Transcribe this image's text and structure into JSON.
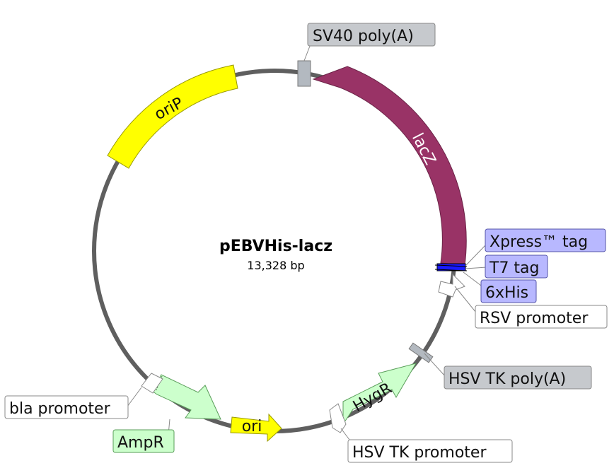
{
  "plasmid": {
    "name": "pEBVHis-lacz",
    "size": "13,328 bp"
  },
  "features": {
    "oriP": "oriP",
    "lacZ": "lacZ",
    "AmpR": "AmpR",
    "ori": "ori",
    "HygR": "HygR"
  },
  "labels": {
    "sv40_polya": "SV40 poly(A)",
    "xpress_tag": "Xpress™ tag",
    "t7_tag": "T7 tag",
    "his_tag": "6xHis",
    "rsv_promoter": "RSV promoter",
    "hsv_tk_polya": "HSV TK poly(A)",
    "bla_promoter": "bla promoter",
    "ampr": "AmpR",
    "hsv_tk_promoter": "HSV TK promoter"
  },
  "colors": {
    "backbone": "#5f5f5f",
    "oriP": "#ffff00",
    "lacZ": "#993366",
    "AmpR": "#ccffcc",
    "HygR": "#ccffcc",
    "ori": "#ffff00",
    "terminator": "#b3b9c0",
    "tag": "#b8b8ff",
    "promoter": "#ffffff"
  }
}
